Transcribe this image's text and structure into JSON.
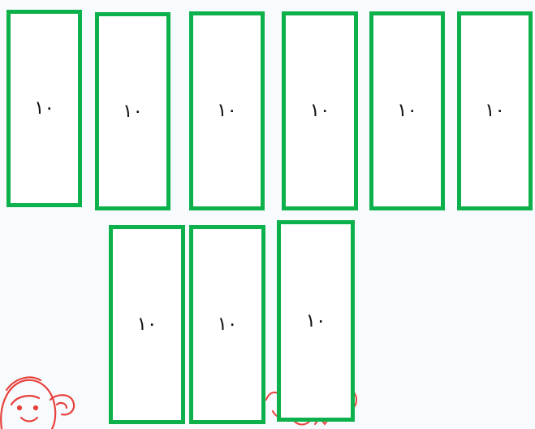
{
  "cards": [
    {
      "label": "١٠"
    },
    {
      "label": "١٠"
    },
    {
      "label": "١٠"
    },
    {
      "label": "١٠"
    },
    {
      "label": "١٠"
    },
    {
      "label": "١٠"
    },
    {
      "label": "١٠"
    },
    {
      "label": "١٠"
    },
    {
      "label": "١٠"
    }
  ],
  "colors": {
    "card_border": "#0db14b",
    "card_fill": "#ffffff",
    "sketch_line": "#e8413c",
    "background": "#f7fbfd"
  },
  "icons": [
    "cartoon-girl-sketch",
    "cartoon-child-sketch"
  ]
}
